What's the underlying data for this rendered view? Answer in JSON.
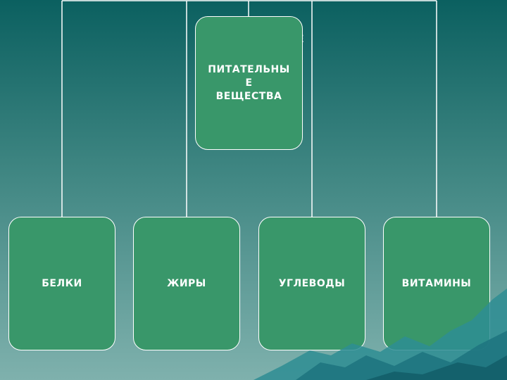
{
  "diagram": {
    "root": {
      "label": "ПИТАТЕЛЬНЫ\nЕ\nВЕЩЕСТВА"
    },
    "children": [
      {
        "label": "БЕЛКИ"
      },
      {
        "label": "ЖИРЫ"
      },
      {
        "label": "УГЛЕВОДЫ"
      },
      {
        "label": "ВИТАМИНЫ"
      }
    ],
    "ghost_text": "Е"
  },
  "colors": {
    "box_fill": "#39976a",
    "line": "#ffffff",
    "background_top": "#0b6060",
    "background_bottom": "#7fb1ad"
  }
}
